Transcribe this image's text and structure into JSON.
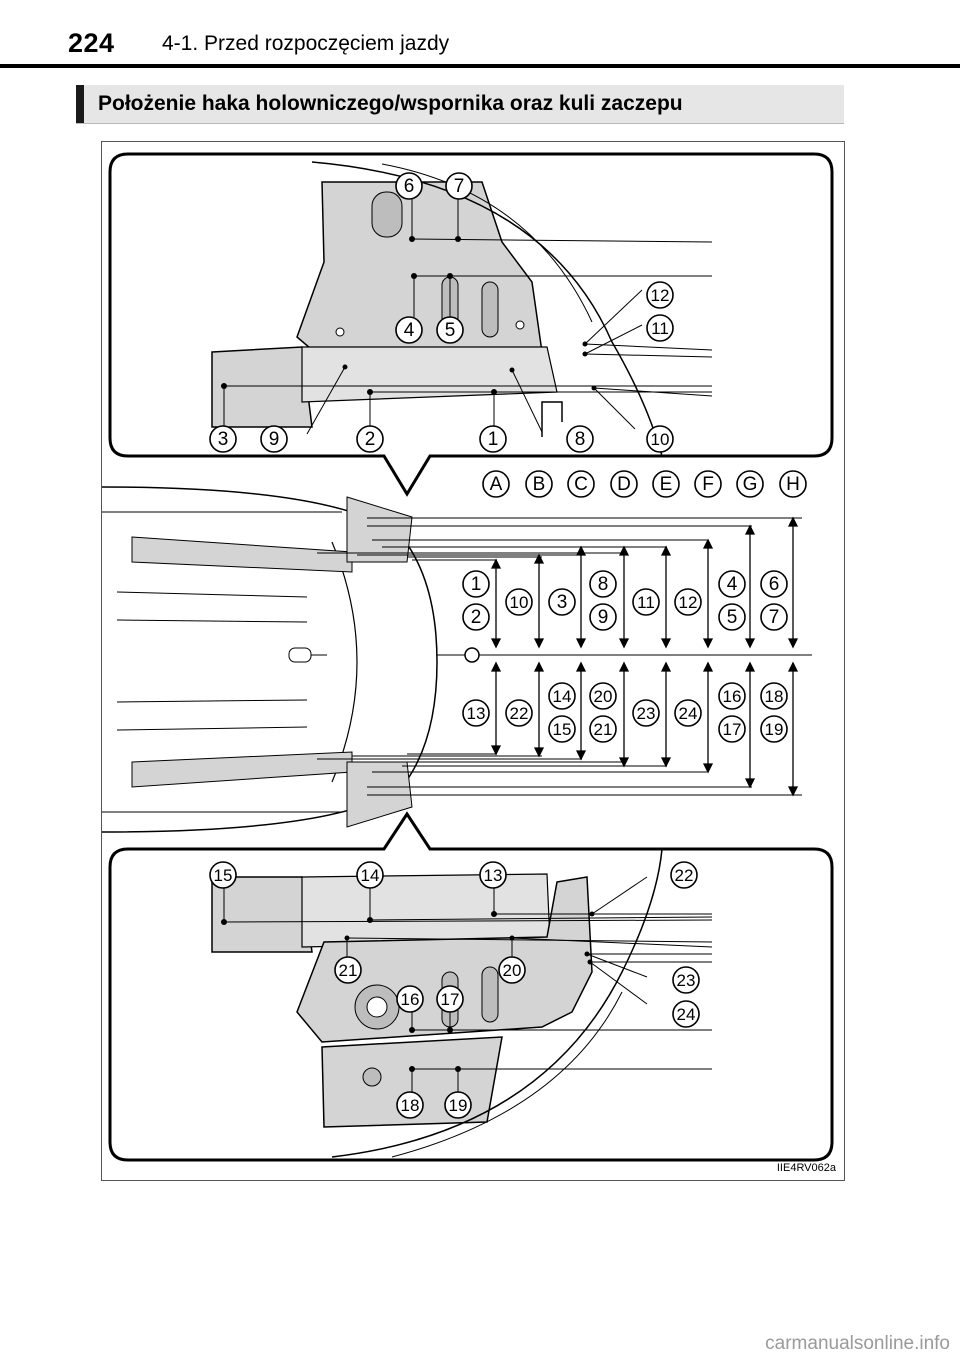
{
  "header": {
    "page_number": "224",
    "section": "4-1. Przed rozpoczęciem jazdy"
  },
  "heading": "Położenie haka holowniczego/wspornika oraz kuli zaczepu",
  "figure": {
    "code": "IIE4RV062a",
    "top_labels": [
      "6",
      "7",
      "12",
      "4",
      "5",
      "11",
      "3",
      "9",
      "2",
      "1",
      "8",
      "10"
    ],
    "column_letters": [
      "A",
      "B",
      "C",
      "D",
      "E",
      "F",
      "G",
      "H"
    ],
    "upper_row": [
      "1",
      "2",
      "10",
      "3",
      "8",
      "9",
      "11",
      "12",
      "4",
      "5",
      "6",
      "7"
    ],
    "lower_row": [
      "13",
      "22",
      "14",
      "15",
      "20",
      "21",
      "23",
      "24",
      "16",
      "17",
      "18",
      "19"
    ],
    "bottom_labels": [
      "15",
      "14",
      "13",
      "22",
      "21",
      "20",
      "23",
      "16",
      "17",
      "24",
      "18",
      "19"
    ]
  },
  "watermark": "carmanualsonline.info"
}
